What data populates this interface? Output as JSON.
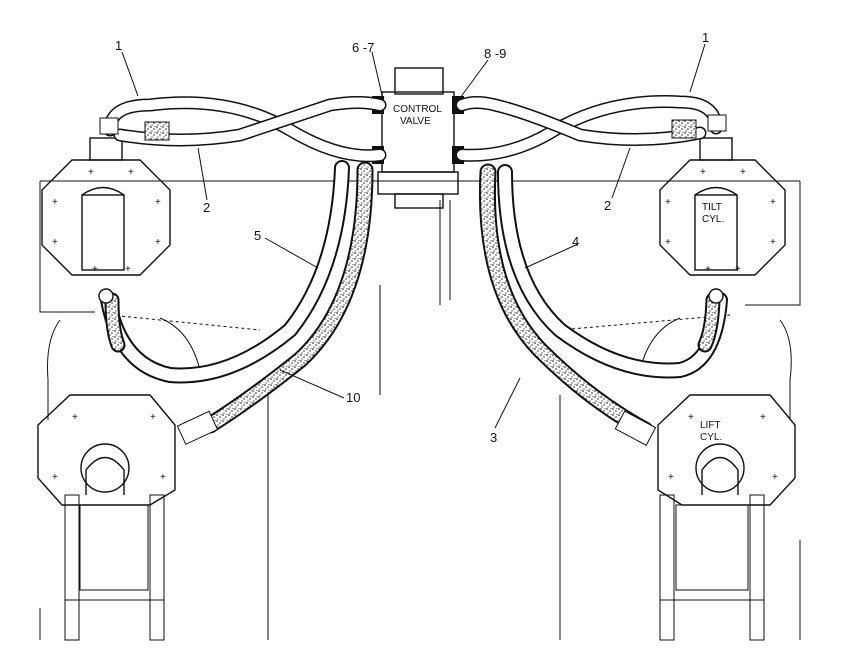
{
  "diagram": {
    "callouts": [
      "1",
      "1",
      "2",
      "2",
      "5",
      "4",
      "10",
      "3",
      "6 -7",
      "8 -9"
    ],
    "labels": {
      "control_valve_line1": "CONTROL",
      "control_valve_line2": "VALVE",
      "tilt_line1": "TILT",
      "tilt_line2": "CYL.",
      "lift_line1": "LIFT",
      "lift_line2": "CYL."
    }
  },
  "colors": {
    "line": "#111111",
    "background": "#ffffff"
  }
}
